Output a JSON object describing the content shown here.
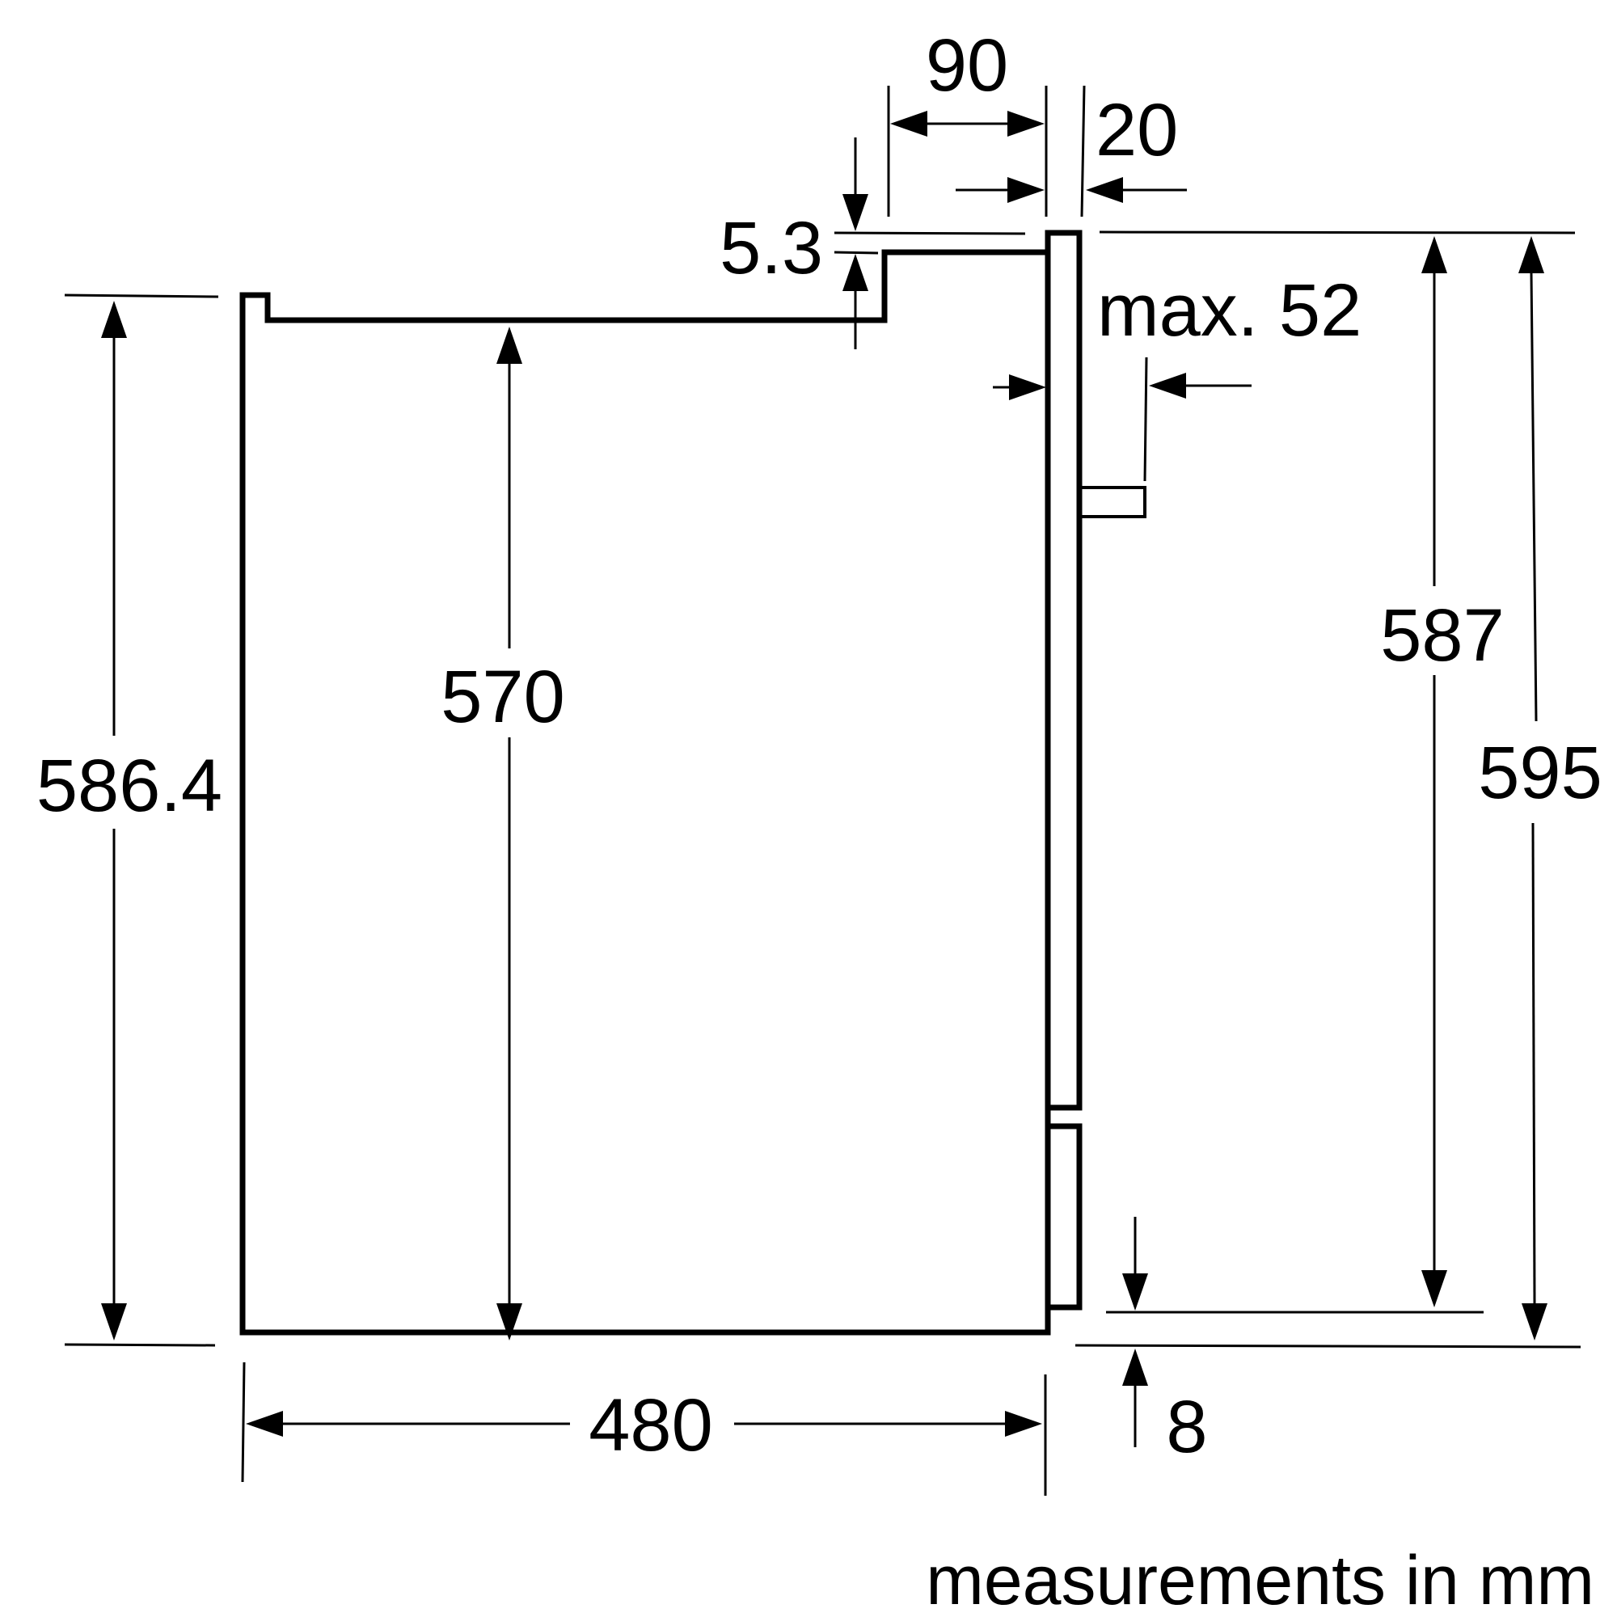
{
  "dimensions": {
    "width_90": "90",
    "gap_20": "20",
    "step_5_3": "5.3",
    "projection_max_52": "max. 52",
    "height_586_4": "586.4",
    "height_570": "570",
    "height_587": "587",
    "height_595": "595",
    "depth_480": "480",
    "offset_8": "8"
  },
  "note": "measurements in mm"
}
